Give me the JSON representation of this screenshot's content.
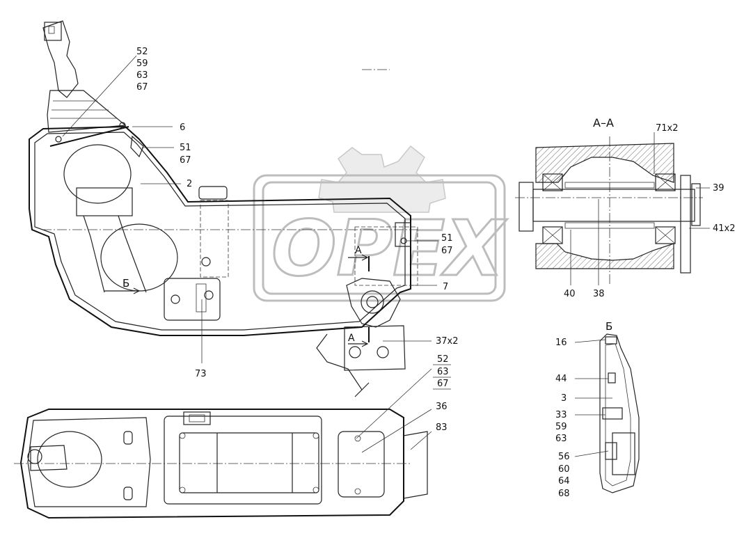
{
  "watermark": {
    "text": "OPEX",
    "icon": "gear-logo-icon"
  },
  "section_labels": {
    "aa": "А–А",
    "b": "Б",
    "arrow_b": "Б",
    "arrow_a_top": "А",
    "arrow_a_bottom": "А"
  },
  "callouts": {
    "top_group": [
      "52",
      "59",
      "63",
      "67"
    ],
    "c6": "6",
    "c51_67_top": [
      "51",
      "67"
    ],
    "c2": "2",
    "c51_67_mid": [
      "51",
      "67"
    ],
    "c7": "7",
    "c37x2": "37x2",
    "c73": "73",
    "c71x2": "71x2",
    "c39": "39",
    "c41x2": "41x2",
    "c40": "40",
    "c38": "38",
    "plan_group": [
      "52",
      "63",
      "67"
    ],
    "c36": "36",
    "c83": "83",
    "c16": "16",
    "c44": "44",
    "c3": "3",
    "c33_group": [
      "33",
      "59",
      "63"
    ],
    "c56_group": [
      "56",
      "60",
      "64",
      "68"
    ]
  }
}
